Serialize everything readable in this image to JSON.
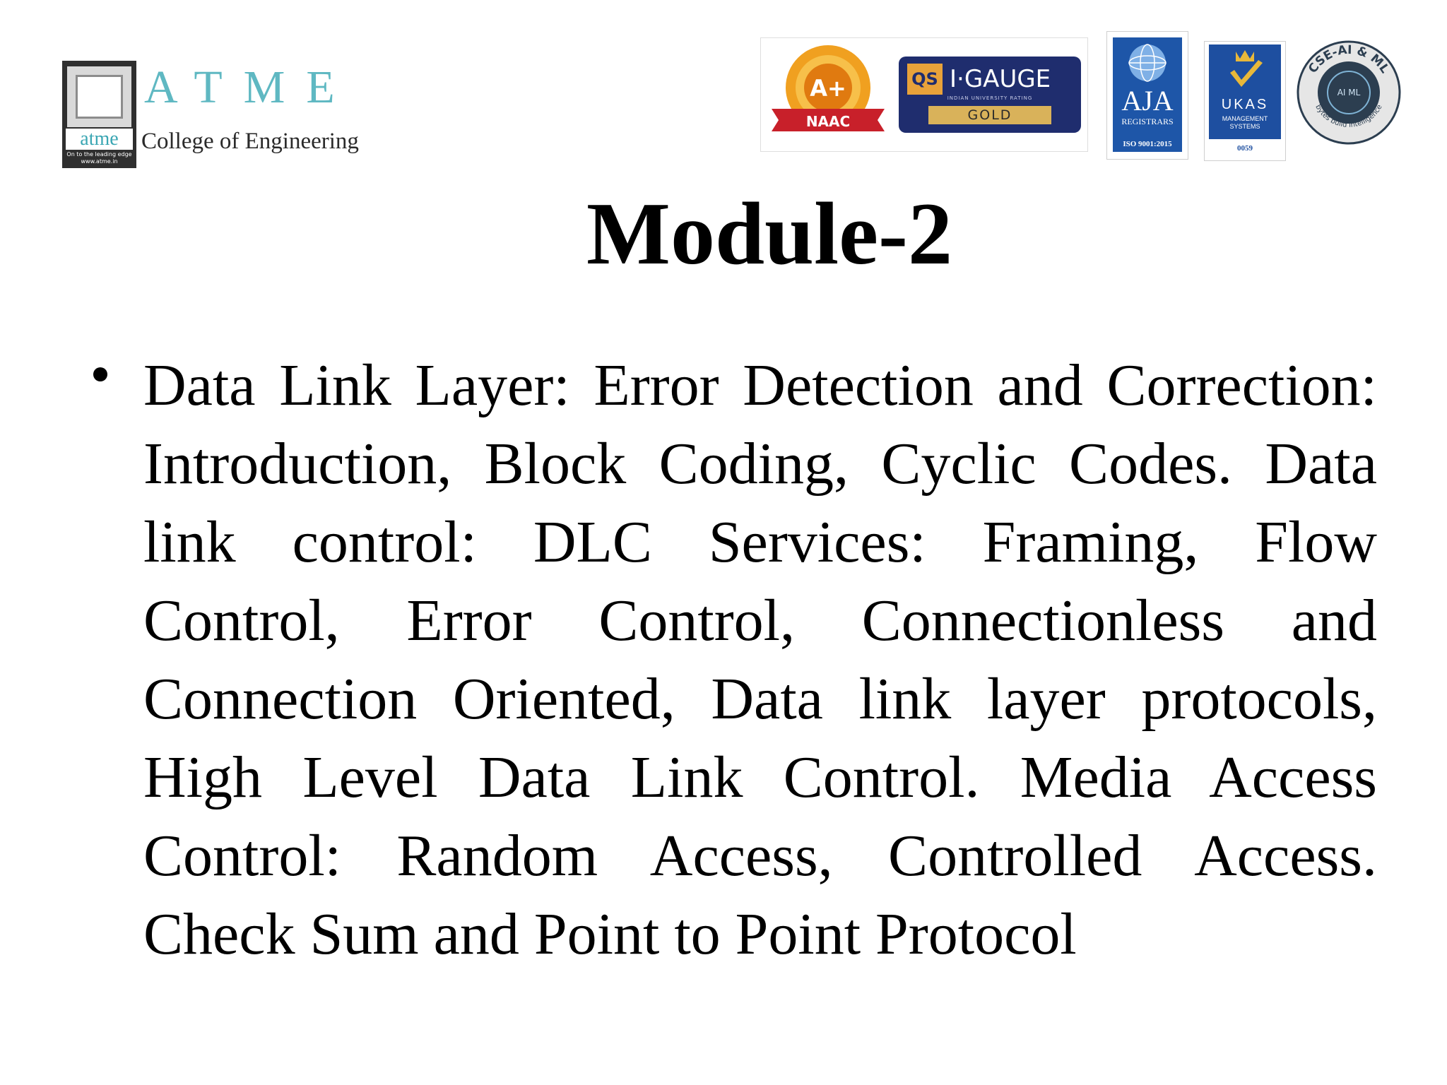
{
  "header": {
    "college_logo": {
      "emblem_word": "atme",
      "emblem_tagline": "On to the leading edge",
      "emblem_url": "www.atme.in",
      "name": "ATME",
      "subtitle": "College of Engineering"
    },
    "accreditation_logos": {
      "naac": {
        "grade": "A+",
        "label": "NAAC",
        "icon": "naac-badge-icon"
      },
      "igauge": {
        "qs": "QS",
        "name": "I·GAUGE",
        "small_text": "INDIAN UNIVERSITY RATING",
        "tier": "GOLD"
      },
      "aja": {
        "letters": "AJA",
        "line1": "REGISTRARS",
        "iso": "ISO 9001:2015"
      },
      "ukas": {
        "name": "UKAS",
        "line1": "MANAGEMENT",
        "line2": "SYSTEMS",
        "number": "0059"
      },
      "cse": {
        "ring_top": "CSE-AI & ML",
        "ring_bottom": "bytes build intelligence",
        "center": "AI ML"
      }
    }
  },
  "slide": {
    "title": "Module-2",
    "bullet": "Data Link Layer: Error Detection and Correction: Introduction, Block Coding, Cyclic Codes. Data link control: DLC Services: Framing, Flow Control, Error Control, Connectionless and Connection Oriented, Data link layer protocols, High Level Data Link Control. Media Access Control: Random Access, Controlled Access. Check Sum and Point to Point Protocol"
  },
  "colors": {
    "atme_teal": "#5fb8c2",
    "igauge_navy": "#1f2d6e",
    "gold": "#d9b25a",
    "naac_orange": "#f0a020",
    "naac_red": "#c8202a",
    "aja_blue": "#1e56a8",
    "ukas_blue": "#1e4fa0",
    "cse_dark": "#2c3e50"
  }
}
